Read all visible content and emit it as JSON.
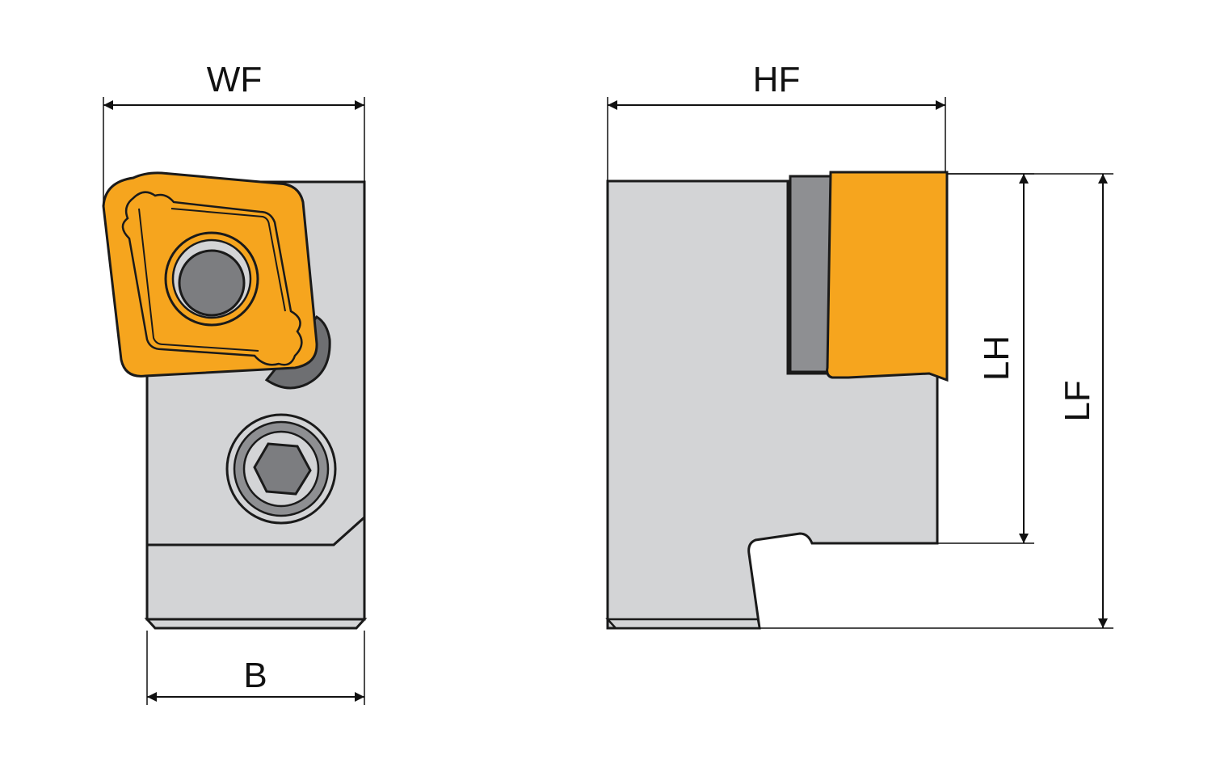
{
  "labels": {
    "wf": "WF",
    "b": "B",
    "hf": "HF",
    "lh": "LH",
    "lf": "LF"
  },
  "colors": {
    "body": "#d3d4d6",
    "body_dark": "#8e8f92",
    "insert": "#f6a51e",
    "screw": "#7c7d80",
    "outline": "#1a1a1a"
  }
}
